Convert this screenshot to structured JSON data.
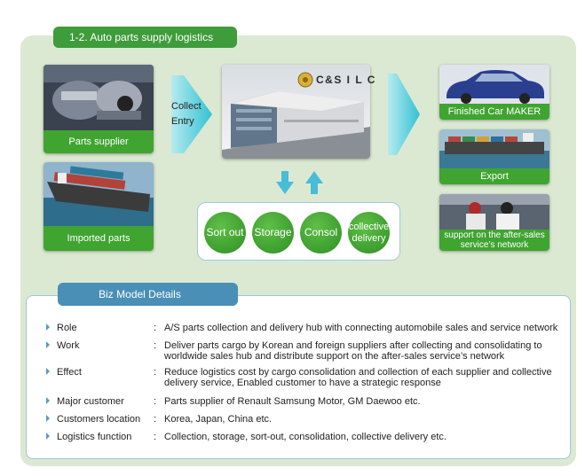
{
  "title": "1-2. Auto parts supply logistics",
  "suppliers": [
    {
      "label": "Parts supplier",
      "icon": "engine-photo"
    },
    {
      "label": "Imported parts",
      "icon": "cargo-ship-photo"
    }
  ],
  "collect_entry": {
    "line1": "Collect",
    "line2": "Entry"
  },
  "hub": {
    "logo_text": "C&S I L C",
    "icon": "warehouse-photo"
  },
  "process": [
    "Sort out",
    "Storage",
    "Consol",
    "collective delivery"
  ],
  "outputs": [
    {
      "label": "Finished Car MAKER",
      "icon": "car-photo"
    },
    {
      "label": "Export",
      "icon": "container-ship-photo"
    },
    {
      "label": "support on the after-sales service’s network",
      "icon": "mechanics-photo"
    }
  ],
  "details": {
    "tab": "Biz Model Details",
    "rows": [
      {
        "label": "Role",
        "desc": "A/S parts collection and delivery hub with connecting automobile sales and service network"
      },
      {
        "label": "Work",
        "desc": "Deliver parts cargo by Korean and foreign suppliers after collecting and consolidating to worldwide sales hub and distribute support on the after-sales service’s network"
      },
      {
        "label": "Effect",
        "desc": "Reduce logistics cost by cargo consolidation and collection of each supplier and collective delivery service, Enabled customer to have a strategic response"
      },
      {
        "label": "Major customer",
        "desc": "Parts supplier of Renault Samsung Motor, GM Daewoo etc."
      },
      {
        "label": "Customers location",
        "desc": "Korea, Japan, China etc."
      },
      {
        "label": "Logistics function",
        "desc": "Collection, storage, sort-out, consolidation, collective delivery etc."
      }
    ]
  },
  "colors": {
    "green": "#40a431",
    "panel": "#dbe9d3",
    "arrow": "#4fc9d8",
    "blue_tab": "#4a8fb6"
  }
}
